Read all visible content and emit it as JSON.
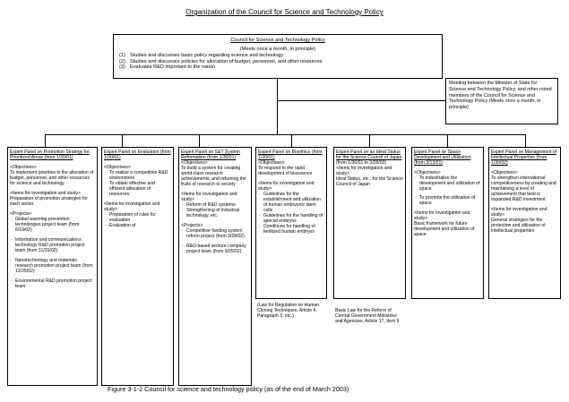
{
  "title": "Organization of the Council for Science and Technology Policy",
  "council": {
    "heading": "Council for Science and Technology Policy",
    "subheading": "(Meets once a month, in principle)",
    "items": [
      {
        "num": "(1)",
        "text": "Studies and discusses basic policy regarding science and technology"
      },
      {
        "num": "(2)",
        "text": "Studies and discusses policies for allocation of budget, personnel, and other resources"
      },
      {
        "num": "(3)",
        "text": "Evaluates R&D important to the nation"
      }
    ]
  },
  "meeting": "Meeting between the Minister of State for Science and Technology Policy, and other noted members of the Council for Science and Technology Policy (Meets once a month, in principle)",
  "panels": [
    {
      "title": "Expert Panel on Promotion Strategy for Prioritized Areas (from 1/30/01)",
      "objectives_label": "<Objectives>",
      "objectives": "To implement priorities in the allocation of budget, personnel, and other resources for science and technology",
      "items_label": "<Items for investigation and study>",
      "items_text": "Preparation of promotion strategies for each sector",
      "project_label": "<Projects>",
      "projects": [
        "Global warming prevention technologies project team (from 6/19/02)",
        "Information and communications technology R&D promotion project team (from 11/20/02)",
        "Nanotechnology and materials research promotion project team (from 12/25/02)",
        "Environmental R&D promotion project team"
      ]
    },
    {
      "title": "Expert Panel on Evaluation (from 1/30/01)",
      "objectives_label": "<Objectives>",
      "objectives_list": [
        "To realize a competitive R&D environment",
        "To obtain effective and efficient allocation of resources"
      ],
      "items_label": "<Items for investigation and study>",
      "items_list": [
        "Preparation of rules for evaluation",
        "Evaluation of"
      ]
    },
    {
      "title": "Expert Panel on S&T System Reformation (from 1/30/01)",
      "objectives_label": "<Objectives>",
      "objectives": "To build a system for creating world-class research achievements, and returning the fruits of research to society",
      "items_label": "<Items for investigation and study>",
      "items_list": [
        "Reform of R&D systems",
        "Strengthening of industrial technology, etc."
      ],
      "project_label": "<Projects>",
      "projects": [
        "Competitive funding system reform project (from 3/28/02)",
        "R&D-based venture company project team (from 9/25/02)"
      ]
    },
    {
      "title": "Expert Panel on Bioethics (from 1/30/01)",
      "objectives_label": "<Objectives>",
      "objectives": "To respond to the rapid development of bioscience",
      "items_label": "<Items for investigation and study>",
      "items_list": [
        "Guidelines for the establishment and utilization of human embryonic stem cells",
        "Guidelines for the handling of special embryos",
        "Conditions for handling of fertilized human embryos"
      ],
      "note": "(Law for Regulation on Human Cloning Techniques, Article 4, Paragraph 3, etc.)"
    },
    {
      "title": "Expert Panel on an Ideal Status for the Science Council of Japan",
      "dates": "(from 1/30/01 to 3/28/03)",
      "items_label": "<Items for investigation and study>",
      "items_text": "Ideal Status, etc., for the Science Council of Japan",
      "note": "Basic Law for the Reform of Central Government Ministries and Agencies, Article 17, Item 9"
    },
    {
      "title": "Expert Panel on Space Development and Utilization (from 3/13/01)",
      "objectives_label": "<Objectives>",
      "objectives_list": [
        "To industrialize the development and utilization of space",
        "To promote the utilization of space"
      ],
      "items_label": "<Items for investigation and study>",
      "items_text": "Basic framework for future development and utilization of space"
    },
    {
      "title": "Expert Panel on Management of Intellectual Properties (from 1/30/02)",
      "objectives_label": "<Objectives>",
      "objectives": "To strengthen international competitiveness by creating and maintaining a level of achievement that best is expanded R&D investment",
      "items_label": "<Items for investigation and study>",
      "items_text": "General strategies for the protection and utilization of intellectual properties"
    }
  ],
  "caption": "Figure 3-1-2   Council for science and technology policy (as of the end of March 2003)"
}
